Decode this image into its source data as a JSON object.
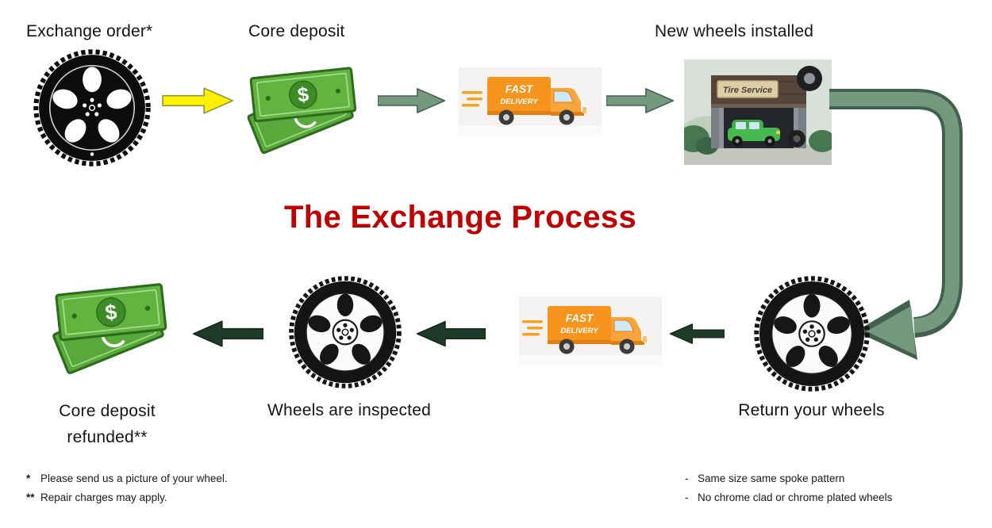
{
  "title": {
    "text": "The Exchange Process"
  },
  "top_row": {
    "exchange_order_label": "Exchange order*",
    "core_deposit_label": "Core deposit",
    "new_wheels_label": "New wheels installed"
  },
  "bottom_row": {
    "return_wheels_label": "Return your wheels",
    "inspected_label": "Wheels are inspected",
    "refunded_label_line1": "Core deposit",
    "refunded_label_line2": "refunded**"
  },
  "truck": {
    "line1": "FAST",
    "line2": "DELIVERY"
  },
  "shop": {
    "sign": "Tire Service"
  },
  "money": {
    "symbol": "$"
  },
  "footnotes": {
    "left": [
      {
        "marker": "*",
        "text": "Please send us a picture of your wheel."
      },
      {
        "marker": "**",
        "text": "Repair charges may apply."
      }
    ],
    "right": [
      {
        "marker": "-",
        "text": "Same size same spoke pattern"
      },
      {
        "marker": "-",
        "text": "No chrome clad or chrome plated wheels"
      }
    ]
  },
  "colors": {
    "title_red": "#C00000",
    "arrow_yellow": "#FFF100",
    "arrow_green": "#74997F",
    "arrow_dark_green": "#1E3A28",
    "money_green": "#63B43F",
    "truck_orange": "#F7941E"
  }
}
